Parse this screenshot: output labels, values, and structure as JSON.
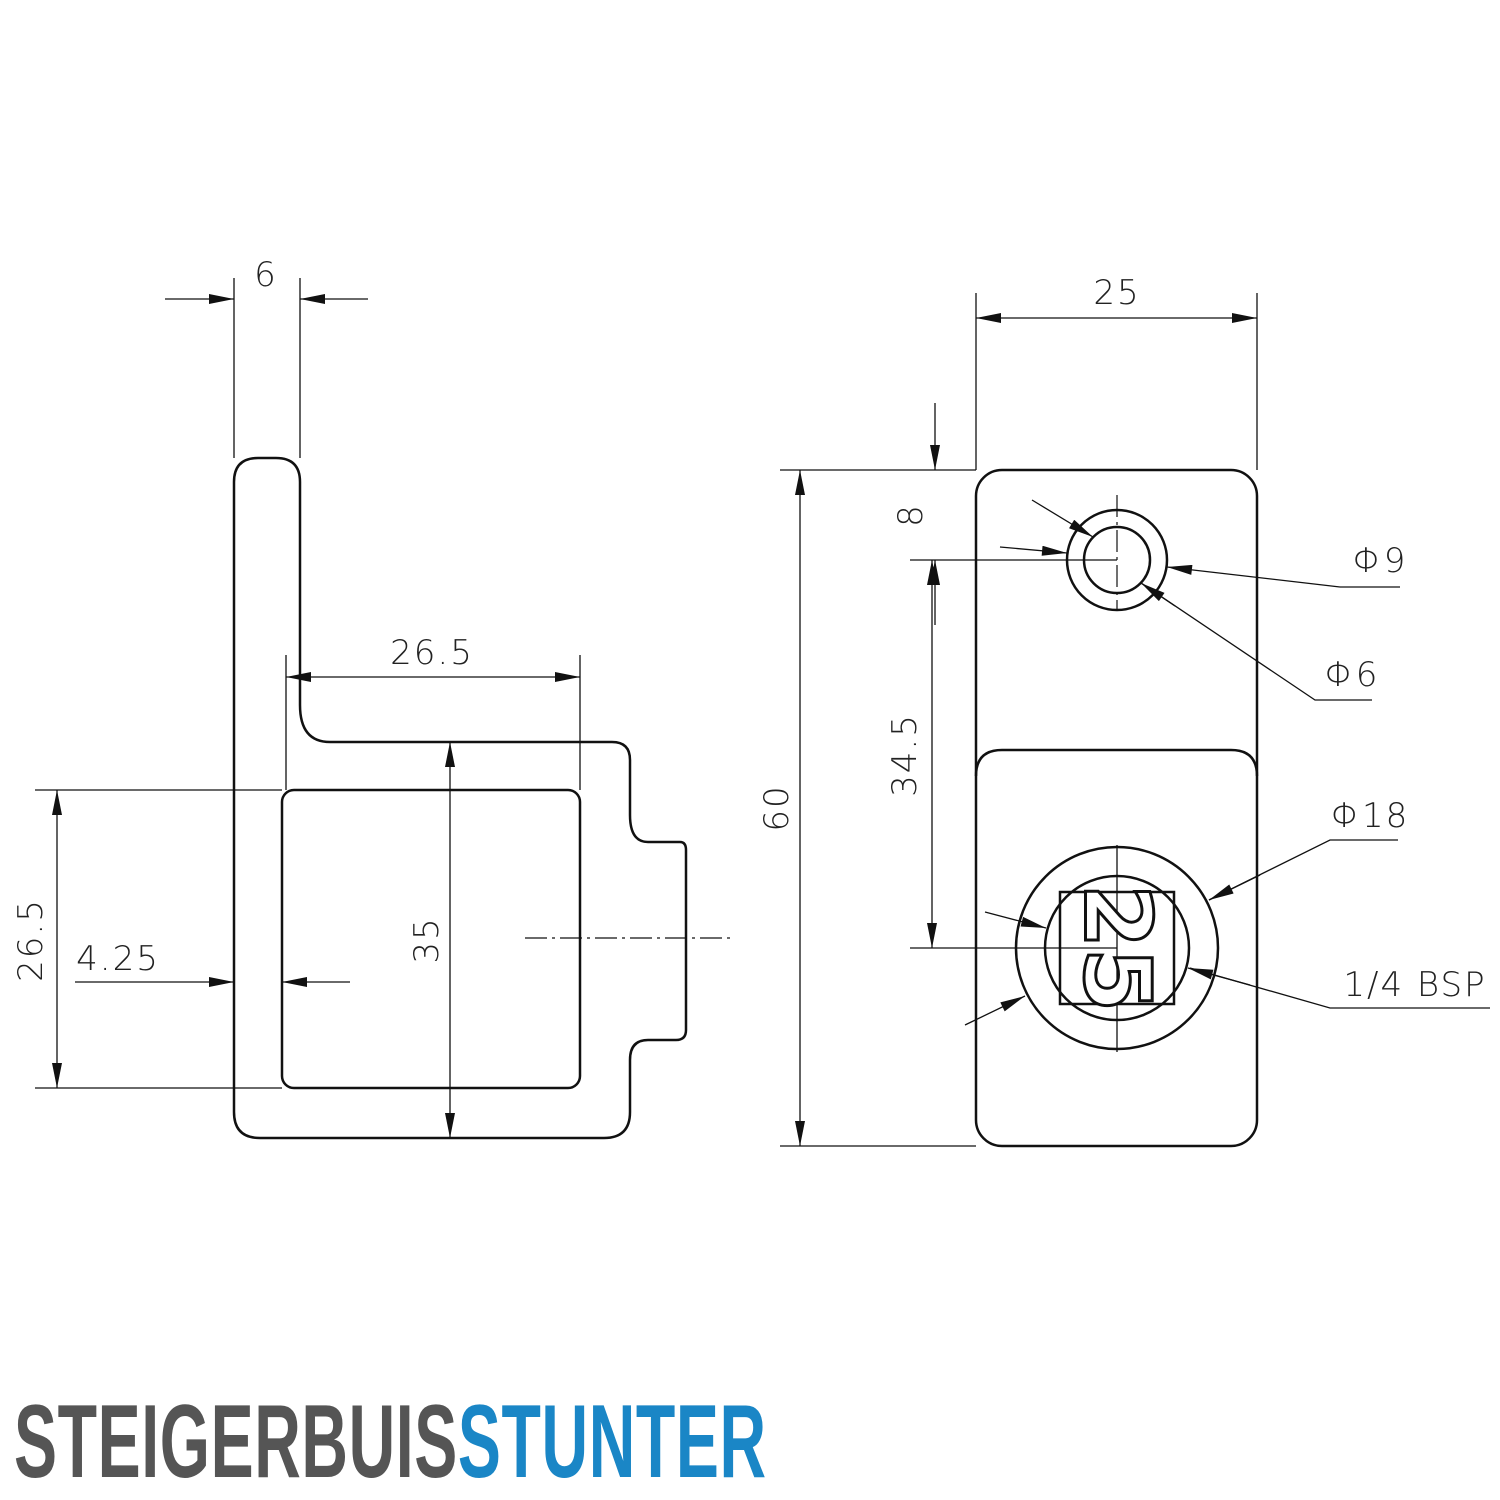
{
  "side_view": {
    "dims": {
      "flange_thickness": "6",
      "tube_width": "26.5",
      "height": "35",
      "tube_height": "26.5",
      "wall": "4.25"
    }
  },
  "front_view": {
    "dims": {
      "width": "25",
      "length": "60",
      "hole_offset": "8",
      "hole_spacing": "34.5"
    },
    "callouts": {
      "hole_outer": "Φ9",
      "hole_inner": "Φ6",
      "boss": "Φ18",
      "thread": "1/4 BSP"
    },
    "stamp": "25"
  },
  "logo": {
    "part1": "STEIGERBUIS",
    "part2": "STUNTER",
    "colors": {
      "part1": "#555555",
      "part2": "#1a86c6"
    }
  }
}
